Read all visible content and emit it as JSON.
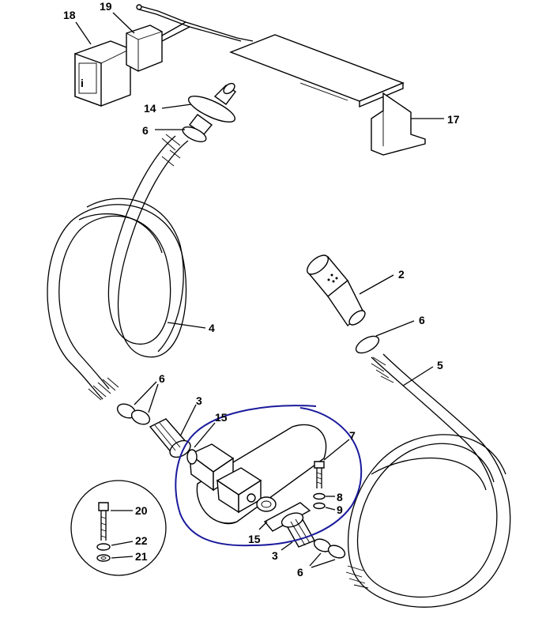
{
  "callouts": {
    "c18": "18",
    "c19": "19",
    "c14": "14",
    "c6a": "6",
    "c17": "17",
    "c2": "2",
    "c6b": "6",
    "c4": "4",
    "c5": "5",
    "c6c": "6",
    "c3a": "3",
    "c15a": "15",
    "c7": "7",
    "c8": "8",
    "c9": "9",
    "c15b": "15",
    "c3b": "3",
    "c6d": "6",
    "c20": "20",
    "c22": "22",
    "c21": "21"
  },
  "colors": {
    "line": "#000000",
    "annotation": "#1a1a9c",
    "background": "#ffffff"
  }
}
